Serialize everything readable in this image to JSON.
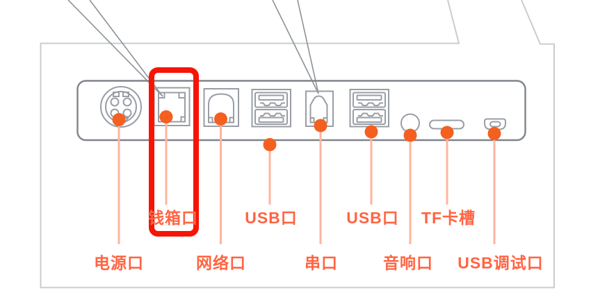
{
  "diagram": {
    "ports": [
      {
        "id": "power",
        "label": "电源口",
        "icon": "din-power-connector-icon",
        "label_row": 2
      },
      {
        "id": "cash_drawer",
        "label": "钱箱口",
        "icon": "rj11-jack-icon",
        "label_row": 1,
        "highlighted": true
      },
      {
        "id": "network",
        "label": "网络口",
        "icon": "rj45-jack-icon",
        "label_row": 2
      },
      {
        "id": "usb_1",
        "label": "USB口",
        "icon": "dual-usb-a-icon",
        "label_row": 1
      },
      {
        "id": "serial",
        "label": "串口",
        "icon": "serial-jack-icon",
        "label_row": 2
      },
      {
        "id": "usb_2",
        "label": "USB口",
        "icon": "dual-usb-a-icon",
        "label_row": 1
      },
      {
        "id": "audio",
        "label": "音响口",
        "icon": "audio-jack-icon",
        "label_row": 2
      },
      {
        "id": "tf_card",
        "label": "TF卡槽",
        "icon": "card-slot-icon",
        "label_row": 1
      },
      {
        "id": "usb_debug",
        "label": "USB调试口",
        "icon": "micro-usb-icon",
        "label_row": 2
      }
    ],
    "highlight": {
      "shape": "red-box",
      "target_port": "cash_drawer"
    },
    "colors": {
      "highlight_red": "#f71405",
      "label_orange": "#ff6442",
      "dot_orange": "#f4601f",
      "leader_orange": "#ffb49e",
      "outer_outline_gray": "#c9cccf",
      "panel_gray": "#7f848a",
      "port_gray": "#999da4"
    }
  }
}
